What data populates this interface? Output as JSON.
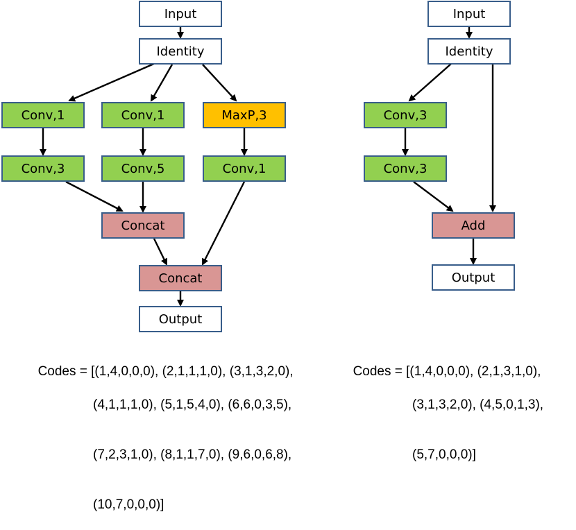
{
  "colors": {
    "plain": "#ffffff",
    "conv": "#92d050",
    "pool": "#ffc000",
    "merge": "#d99694",
    "border": "#385d8a"
  },
  "left_graph": {
    "nodes": [
      {
        "id": "input",
        "label": "Input",
        "kind": "plain"
      },
      {
        "id": "identity",
        "label": "Identity",
        "kind": "plain"
      },
      {
        "id": "conv1a",
        "label": "Conv,1",
        "kind": "conv"
      },
      {
        "id": "conv1b",
        "label": "Conv,1",
        "kind": "conv"
      },
      {
        "id": "maxp3",
        "label": "MaxP,3",
        "kind": "pool"
      },
      {
        "id": "conv3",
        "label": "Conv,3",
        "kind": "conv"
      },
      {
        "id": "conv5",
        "label": "Conv,5",
        "kind": "conv"
      },
      {
        "id": "conv1c",
        "label": "Conv,1",
        "kind": "conv"
      },
      {
        "id": "concat1",
        "label": "Concat",
        "kind": "merge"
      },
      {
        "id": "concat2",
        "label": "Concat",
        "kind": "merge"
      },
      {
        "id": "output",
        "label": "Output",
        "kind": "plain"
      }
    ],
    "edges": [
      [
        "input",
        "identity"
      ],
      [
        "identity",
        "conv1a"
      ],
      [
        "identity",
        "conv1b"
      ],
      [
        "identity",
        "maxp3"
      ],
      [
        "conv1a",
        "conv3"
      ],
      [
        "conv1b",
        "conv5"
      ],
      [
        "maxp3",
        "conv1c"
      ],
      [
        "conv3",
        "concat1"
      ],
      [
        "conv5",
        "concat1"
      ],
      [
        "concat1",
        "concat2"
      ],
      [
        "conv1c",
        "concat2"
      ],
      [
        "concat2",
        "output"
      ]
    ],
    "codes_label": "Codes =",
    "codes_lines": [
      "[(1,4,0,0,0), (2,1,1,1,0), (3,1,3,2,0),",
      "(4,1,1,1,0), (5,1,5,4,0), (6,6,0,3,5),",
      "(7,2,3,1,0), (8,1,1,7,0), (9,6,0,6,8),",
      "(10,7,0,0,0)]"
    ]
  },
  "right_graph": {
    "nodes": [
      {
        "id": "input",
        "label": "Input",
        "kind": "plain"
      },
      {
        "id": "identity",
        "label": "Identity",
        "kind": "plain"
      },
      {
        "id": "conv3a",
        "label": "Conv,3",
        "kind": "conv"
      },
      {
        "id": "conv3b",
        "label": "Conv,3",
        "kind": "conv"
      },
      {
        "id": "add",
        "label": "Add",
        "kind": "merge"
      },
      {
        "id": "output",
        "label": "Output",
        "kind": "plain"
      }
    ],
    "edges": [
      [
        "input",
        "identity"
      ],
      [
        "identity",
        "conv3a"
      ],
      [
        "conv3a",
        "conv3b"
      ],
      [
        "conv3b",
        "add"
      ],
      [
        "identity",
        "add"
      ],
      [
        "add",
        "output"
      ]
    ],
    "codes_label": "Codes =",
    "codes_lines": [
      "[(1,4,0,0,0), (2,1,3,1,0),",
      "(3,1,3,2,0), (4,5,0,1,3),",
      "(5,7,0,0,0)]"
    ]
  }
}
